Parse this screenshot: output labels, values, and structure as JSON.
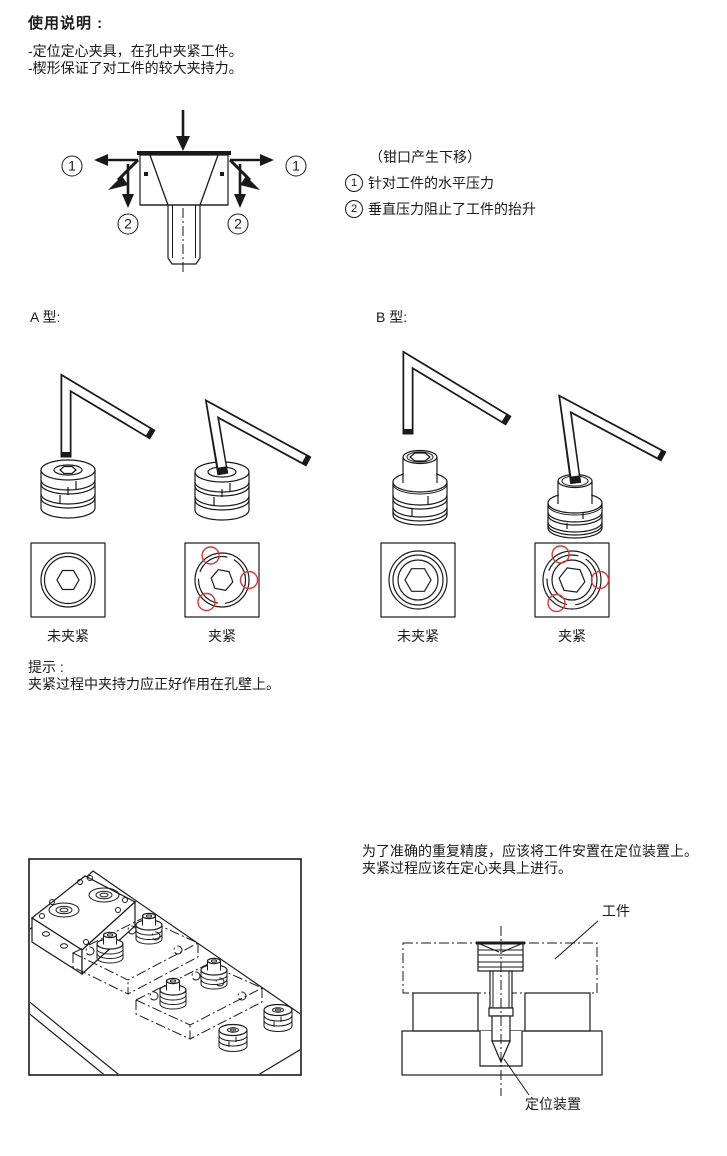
{
  "header": {
    "title": "使用说明 :"
  },
  "intro": {
    "line1": "-定位定心夹具，在孔中夹紧工件。",
    "line2": "-楔形保证了对工件的较大夹持力。"
  },
  "force_legend": {
    "note": "（钳口产生下移）",
    "items": [
      {
        "num": "1",
        "text": "针对工件的水平压力"
      },
      {
        "num": "2",
        "text": "垂直压力阻止了工件的抬升"
      }
    ]
  },
  "force_diagram": {
    "callout1": "1",
    "callout2": "2"
  },
  "types": {
    "a_label": "A 型:",
    "b_label": "B 型:",
    "unclamped": "未夹紧",
    "clamped": "夹紧"
  },
  "tip": {
    "title": "提示 :",
    "body": "夹紧过程中夹持力应正好作用在孔壁上。"
  },
  "positioning": {
    "line1": "为了准确的重复精度，应该将工件安置在定位装置上。",
    "line2": "夹紧过程应该在定心夹具上进行。",
    "workpiece_label": "工件",
    "locator_label": "定位装置"
  },
  "colors": {
    "line": "#1a1a1a",
    "accent_red": "#d43a3a",
    "background": "#ffffff"
  }
}
